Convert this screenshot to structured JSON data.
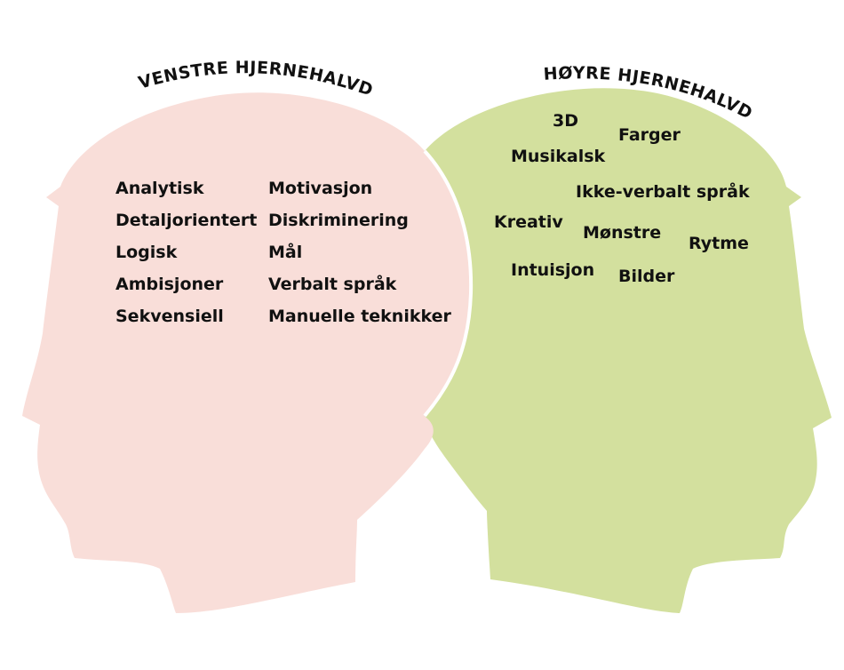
{
  "colors": {
    "left_head": "#f9ded9",
    "right_head": "#d3e09e",
    "divider": "#ffffff",
    "text": "#111111"
  },
  "left_hemisphere": {
    "title": "VENSTRE HJERNEHALVDEL",
    "column_1": [
      "Analytisk",
      "Detaljorientert",
      "Logisk",
      "Ambisjoner",
      "Sekvensiell"
    ],
    "column_2": [
      "Motivasjon",
      "Diskriminering",
      "Mål",
      "Verbalt språk",
      "Manuelle teknikker"
    ]
  },
  "right_hemisphere": {
    "title": "HØYRE HJERNEHALVDEL",
    "words": [
      "3D",
      "Farger",
      "Musikalsk",
      "Ikke-verbalt språk",
      "Kreativ",
      "Mønstre",
      "Rytme",
      "Intuisjon",
      "Bilder"
    ]
  }
}
